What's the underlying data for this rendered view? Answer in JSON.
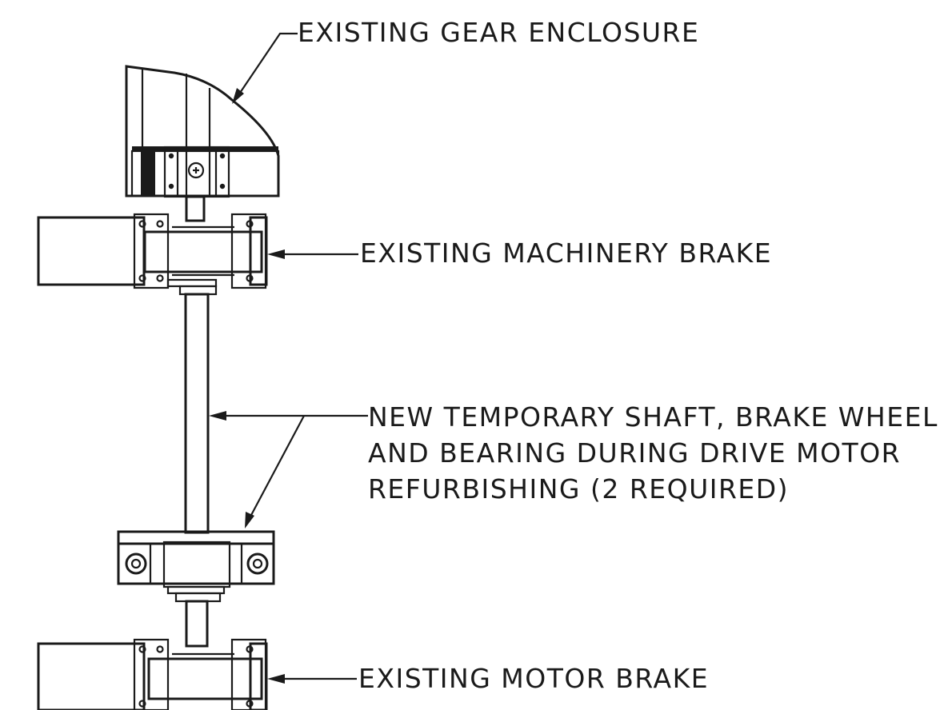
{
  "callouts": {
    "gear_enclosure": "EXISTING GEAR ENCLOSURE",
    "machinery_brake": "EXISTING MACHINERY BRAKE",
    "temporary_shaft": {
      "line1": "NEW TEMPORARY SHAFT, BRAKE WHEEL",
      "line2": "AND BEARING DURING DRIVE MOTOR",
      "line3": "REFURBISHING (2 REQUIRED)"
    },
    "motor_brake": "EXISTING MOTOR BRAKE"
  }
}
